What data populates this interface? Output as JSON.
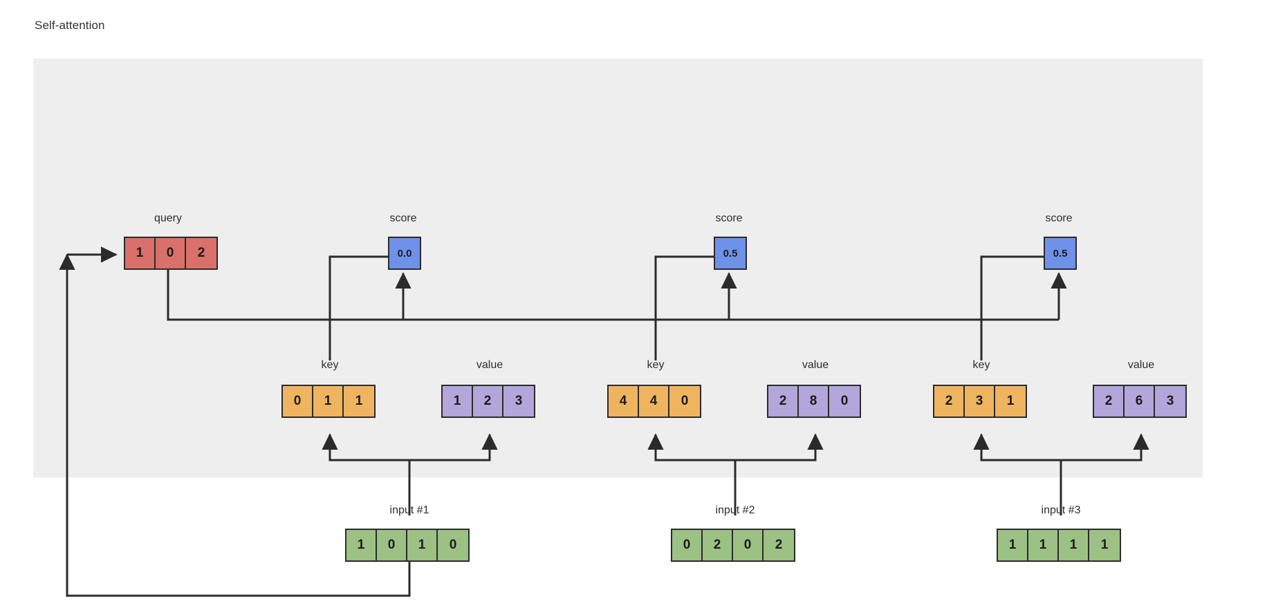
{
  "figure": {
    "title": "Self-attention",
    "panel_color": "#eeeeee",
    "background": "#ffffff"
  },
  "palette": {
    "query": "#d9706a",
    "key": "#efb460",
    "value": "#b3a6da",
    "input": "#9cc184",
    "score": "#6f92e8",
    "stroke": "#2b2b2b"
  },
  "labels": {
    "query": "query",
    "key": "key",
    "value": "value",
    "score": "score"
  },
  "query": {
    "label": "query",
    "values": [
      "1",
      "0",
      "2"
    ]
  },
  "columns": [
    {
      "input_label": "input #1",
      "input_values": [
        "1",
        "0",
        "1",
        "0"
      ],
      "key_label": "key",
      "key_values": [
        "0",
        "1",
        "1"
      ],
      "value_label": "value",
      "value_values": [
        "1",
        "2",
        "3"
      ],
      "score_label": "score",
      "score_value": "0.0"
    },
    {
      "input_label": "input #2",
      "input_values": [
        "0",
        "2",
        "0",
        "2"
      ],
      "key_label": "key",
      "key_values": [
        "4",
        "4",
        "0"
      ],
      "value_label": "value",
      "value_values": [
        "2",
        "8",
        "0"
      ],
      "score_label": "score",
      "score_value": "0.5"
    },
    {
      "input_label": "input #3",
      "input_values": [
        "1",
        "1",
        "1",
        "1"
      ],
      "key_label": "key",
      "key_values": [
        "2",
        "3",
        "1"
      ],
      "value_label": "value",
      "value_values": [
        "2",
        "6",
        "3"
      ],
      "score_label": "score",
      "score_value": "0.5"
    }
  ]
}
